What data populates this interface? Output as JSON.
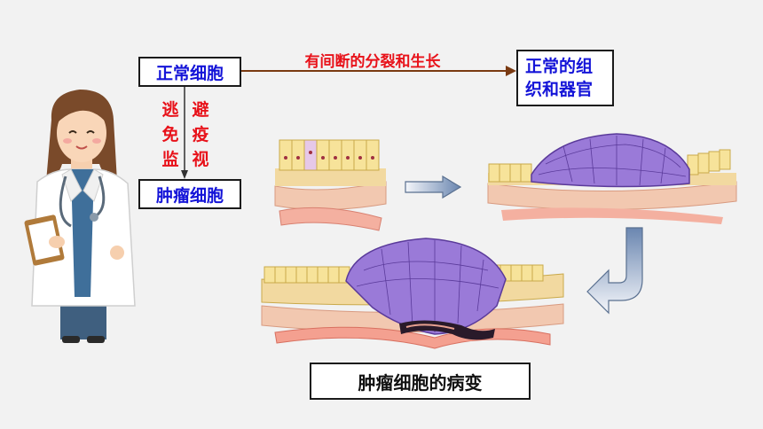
{
  "labels": {
    "normal_cell": "正常细胞",
    "tumor_cell": "肿瘤细胞",
    "growth_label": "有间断的分裂和生长",
    "normal_tissue_line1": "正常的组",
    "normal_tissue_line2": "织和器官",
    "evade_col1": [
      "逃",
      "免",
      "监"
    ],
    "evade_col2": [
      "避",
      "疫",
      "视"
    ],
    "caption": "肿瘤细胞的病变"
  },
  "colors": {
    "box_text": "#1414d8",
    "red_text": "#e8121a",
    "arrow_line": "#7a3a12",
    "tumor": "#9a7ad8",
    "healthy_cell": "#f4d98a",
    "tissue": "#f2c8b0"
  },
  "icons": [
    "doctor-illustration",
    "right-arrow-icon",
    "curved-down-left-arrow-icon"
  ]
}
